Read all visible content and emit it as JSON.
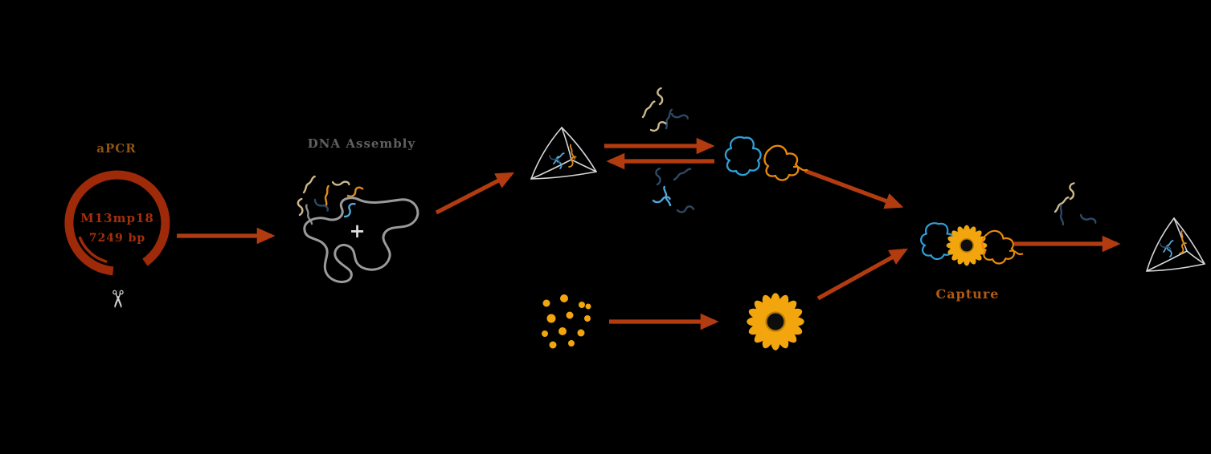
{
  "plasmid": {
    "method_label": "aPCR",
    "name": "M13mp18",
    "size": "7249 bp"
  },
  "assembly": {
    "label": "DNA Assembly",
    "plus_sign": "+"
  },
  "capture": {
    "label": "Capture"
  },
  "icons": {
    "scissors": "✂"
  },
  "colors": {
    "background": "#000000",
    "arrow": "#b23c10",
    "plasmid_ring": "#9e2a09",
    "plasmid_text": "#a62f0b",
    "apcr_label": "#8f5414",
    "assembly_label": "#606060",
    "capture_label": "#b05a14",
    "plus": "#e0e0e0",
    "scissors_icon": "#cfcfcf",
    "scaffold": "#9a9a9a",
    "wireframe": "#d6d6d6",
    "strand_tan": "#cdb88e",
    "strand_navy": "#2c4a68",
    "strand_sky": "#53a7d8",
    "strand_orange": "#df8a1a",
    "strand_gray": "#8f8f8f",
    "protein_blue": "#2f9fd8",
    "protein_orange": "#e8890c",
    "gold": "#f2a50c",
    "gold_dark": "#b97a08"
  }
}
